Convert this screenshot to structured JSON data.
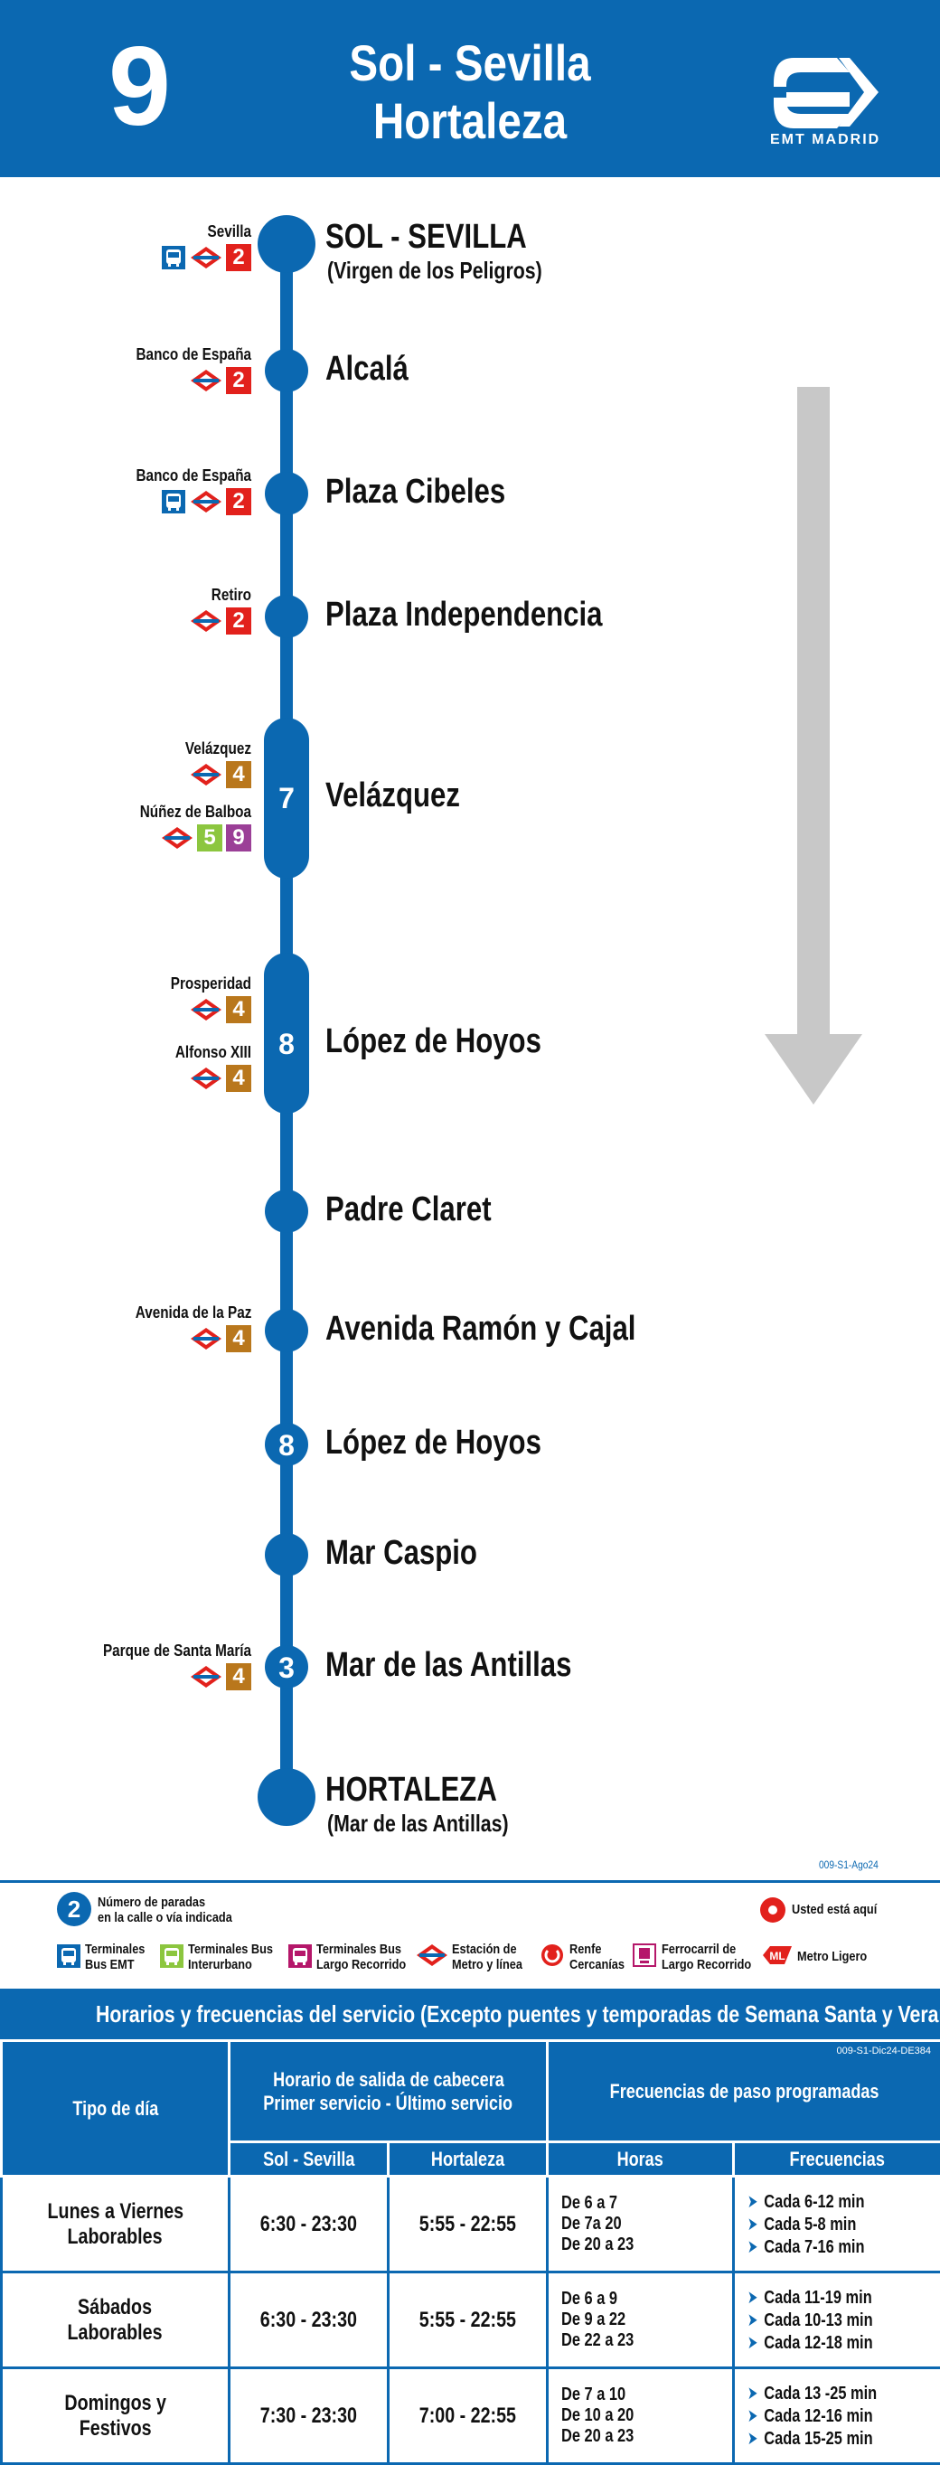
{
  "header": {
    "route_number": "9",
    "title_line1": "Sol - Sevilla",
    "title_line2": "Hortaleza",
    "brand": "EMT MADRID"
  },
  "stops": [
    {
      "name": "SOL - SEVILLA",
      "sub": "(Virgen de los Peligros)",
      "count": "",
      "connections": [
        {
          "label": "Sevilla",
          "icons": [
            "bus-emt",
            "metro"
          ],
          "lines": [
            {
              "n": "2",
              "color": "#e2211c"
            }
          ]
        }
      ]
    },
    {
      "name": "Alcalá",
      "sub": "",
      "count": "",
      "connections": [
        {
          "label": "Banco de España",
          "icons": [
            "metro"
          ],
          "lines": [
            {
              "n": "2",
              "color": "#e2211c"
            }
          ]
        }
      ]
    },
    {
      "name": "Plaza Cibeles",
      "sub": "",
      "count": "",
      "connections": [
        {
          "label": "Banco de España",
          "icons": [
            "bus-emt",
            "metro"
          ],
          "lines": [
            {
              "n": "2",
              "color": "#e2211c"
            }
          ]
        }
      ]
    },
    {
      "name": "Plaza Independencia",
      "sub": "",
      "count": "",
      "connections": [
        {
          "label": "Retiro",
          "icons": [
            "metro"
          ],
          "lines": [
            {
              "n": "2",
              "color": "#e2211c"
            }
          ]
        }
      ]
    },
    {
      "name": "Velázquez",
      "sub": "",
      "count": "7",
      "connections": [
        {
          "label": "Velázquez",
          "icons": [
            "metro"
          ],
          "lines": [
            {
              "n": "4",
              "color": "#b9771c"
            }
          ]
        },
        {
          "label": "Núñez de Balboa",
          "icons": [
            "metro"
          ],
          "lines": [
            {
              "n": "5",
              "color": "#8cc63f"
            },
            {
              "n": "9",
              "color": "#9b3f97"
            }
          ]
        }
      ]
    },
    {
      "name": "López de Hoyos",
      "sub": "",
      "count": "8",
      "connections": [
        {
          "label": "Prosperidad",
          "icons": [
            "metro"
          ],
          "lines": [
            {
              "n": "4",
              "color": "#b9771c"
            }
          ]
        },
        {
          "label": "Alfonso XIII",
          "icons": [
            "metro"
          ],
          "lines": [
            {
              "n": "4",
              "color": "#b9771c"
            }
          ]
        }
      ]
    },
    {
      "name": "Padre Claret",
      "sub": "",
      "count": "",
      "connections": []
    },
    {
      "name": "Avenida Ramón y Cajal",
      "sub": "",
      "count": "",
      "connections": [
        {
          "label": "Avenida de la Paz",
          "icons": [
            "metro"
          ],
          "lines": [
            {
              "n": "4",
              "color": "#b9771c"
            }
          ]
        }
      ]
    },
    {
      "name": "López de Hoyos",
      "sub": "",
      "count": "8",
      "connections": []
    },
    {
      "name": "Mar Caspio",
      "sub": "",
      "count": "",
      "connections": []
    },
    {
      "name": "Mar de las Antillas",
      "sub": "",
      "count": "3",
      "connections": [
        {
          "label": "Parque de Santa María",
          "icons": [
            "metro"
          ],
          "lines": [
            {
              "n": "4",
              "color": "#b9771c"
            }
          ]
        }
      ]
    },
    {
      "name": "HORTALEZA",
      "sub": "(Mar de las Antillas)",
      "count": "",
      "connections": []
    }
  ],
  "legend": {
    "code": "009-S1-Ago24",
    "stops_count": {
      "n": "2",
      "text1": "Número de paradas",
      "text2": "en la calle o vía indicada"
    },
    "here": "Usted está aquí",
    "items": [
      {
        "icon": "bus-emt",
        "text1": "Terminales",
        "text2": "Bus EMT"
      },
      {
        "icon": "bus-interurbano",
        "text1": "Terminales Bus",
        "text2": "Interurbano"
      },
      {
        "icon": "bus-largo",
        "text1": "Terminales Bus",
        "text2": "Largo Recorrido"
      },
      {
        "icon": "metro",
        "text1": "Estación de",
        "text2": "Metro y línea"
      },
      {
        "icon": "renfe",
        "text1": "Renfe",
        "text2": "Cercanías"
      },
      {
        "icon": "ferrocarril",
        "text1": "Ferrocarril de",
        "text2": "Largo Recorrido"
      },
      {
        "icon": "metro-ligero",
        "text1": "Metro Ligero",
        "text2": ""
      }
    ]
  },
  "schedule": {
    "title": "Horarios y frecuencias del servicio (Excepto puentes y temporadas de Semana Santa y Verano)",
    "code": "009-S1-Dic24-DE384",
    "headers": {
      "day_type": "Tipo de día",
      "departure1": "Horario de salida de cabecera",
      "departure2": "Primer servicio - Último servicio",
      "frequencies": "Frecuencias de paso programadas",
      "origin": "Sol - Sevilla",
      "destination": "Hortaleza",
      "hours": "Horas",
      "freq": "Frecuencias"
    },
    "rows": [
      {
        "day1": "Lunes a Viernes",
        "day2": "Laborables",
        "origin": "6:30 - 23:30",
        "dest": "5:55 - 22:55",
        "hours": [
          "De 6 a 7",
          "De 7a 20",
          "De 20 a 23"
        ],
        "freqs": [
          "Cada 6-12 min",
          "Cada 5-8 min",
          "Cada 7-16 min"
        ]
      },
      {
        "day1": "Sábados",
        "day2": "Laborables",
        "origin": "6:30 - 23:30",
        "dest": "5:55 - 22:55",
        "hours": [
          "De 6 a 9",
          "De 9 a 22",
          "De 22 a 23"
        ],
        "freqs": [
          "Cada 11-19 min",
          "Cada 10-13 min",
          "Cada 12-18 min"
        ]
      },
      {
        "day1": "Domingos y",
        "day2": "Festivos",
        "origin": "7:30 - 23:30",
        "dest": "7:00 - 22:55",
        "hours": [
          "De 7 a 10",
          "De 10 a 20",
          "De 20 a 23"
        ],
        "freqs": [
          "Cada 13 -25 min",
          "Cada 12-16 min",
          "Cada 15-25 min"
        ]
      }
    ]
  },
  "colors": {
    "emt_blue": "#0b68b1",
    "metro_red": "#e2211c",
    "arrow_gray": "#c8c8c8"
  }
}
